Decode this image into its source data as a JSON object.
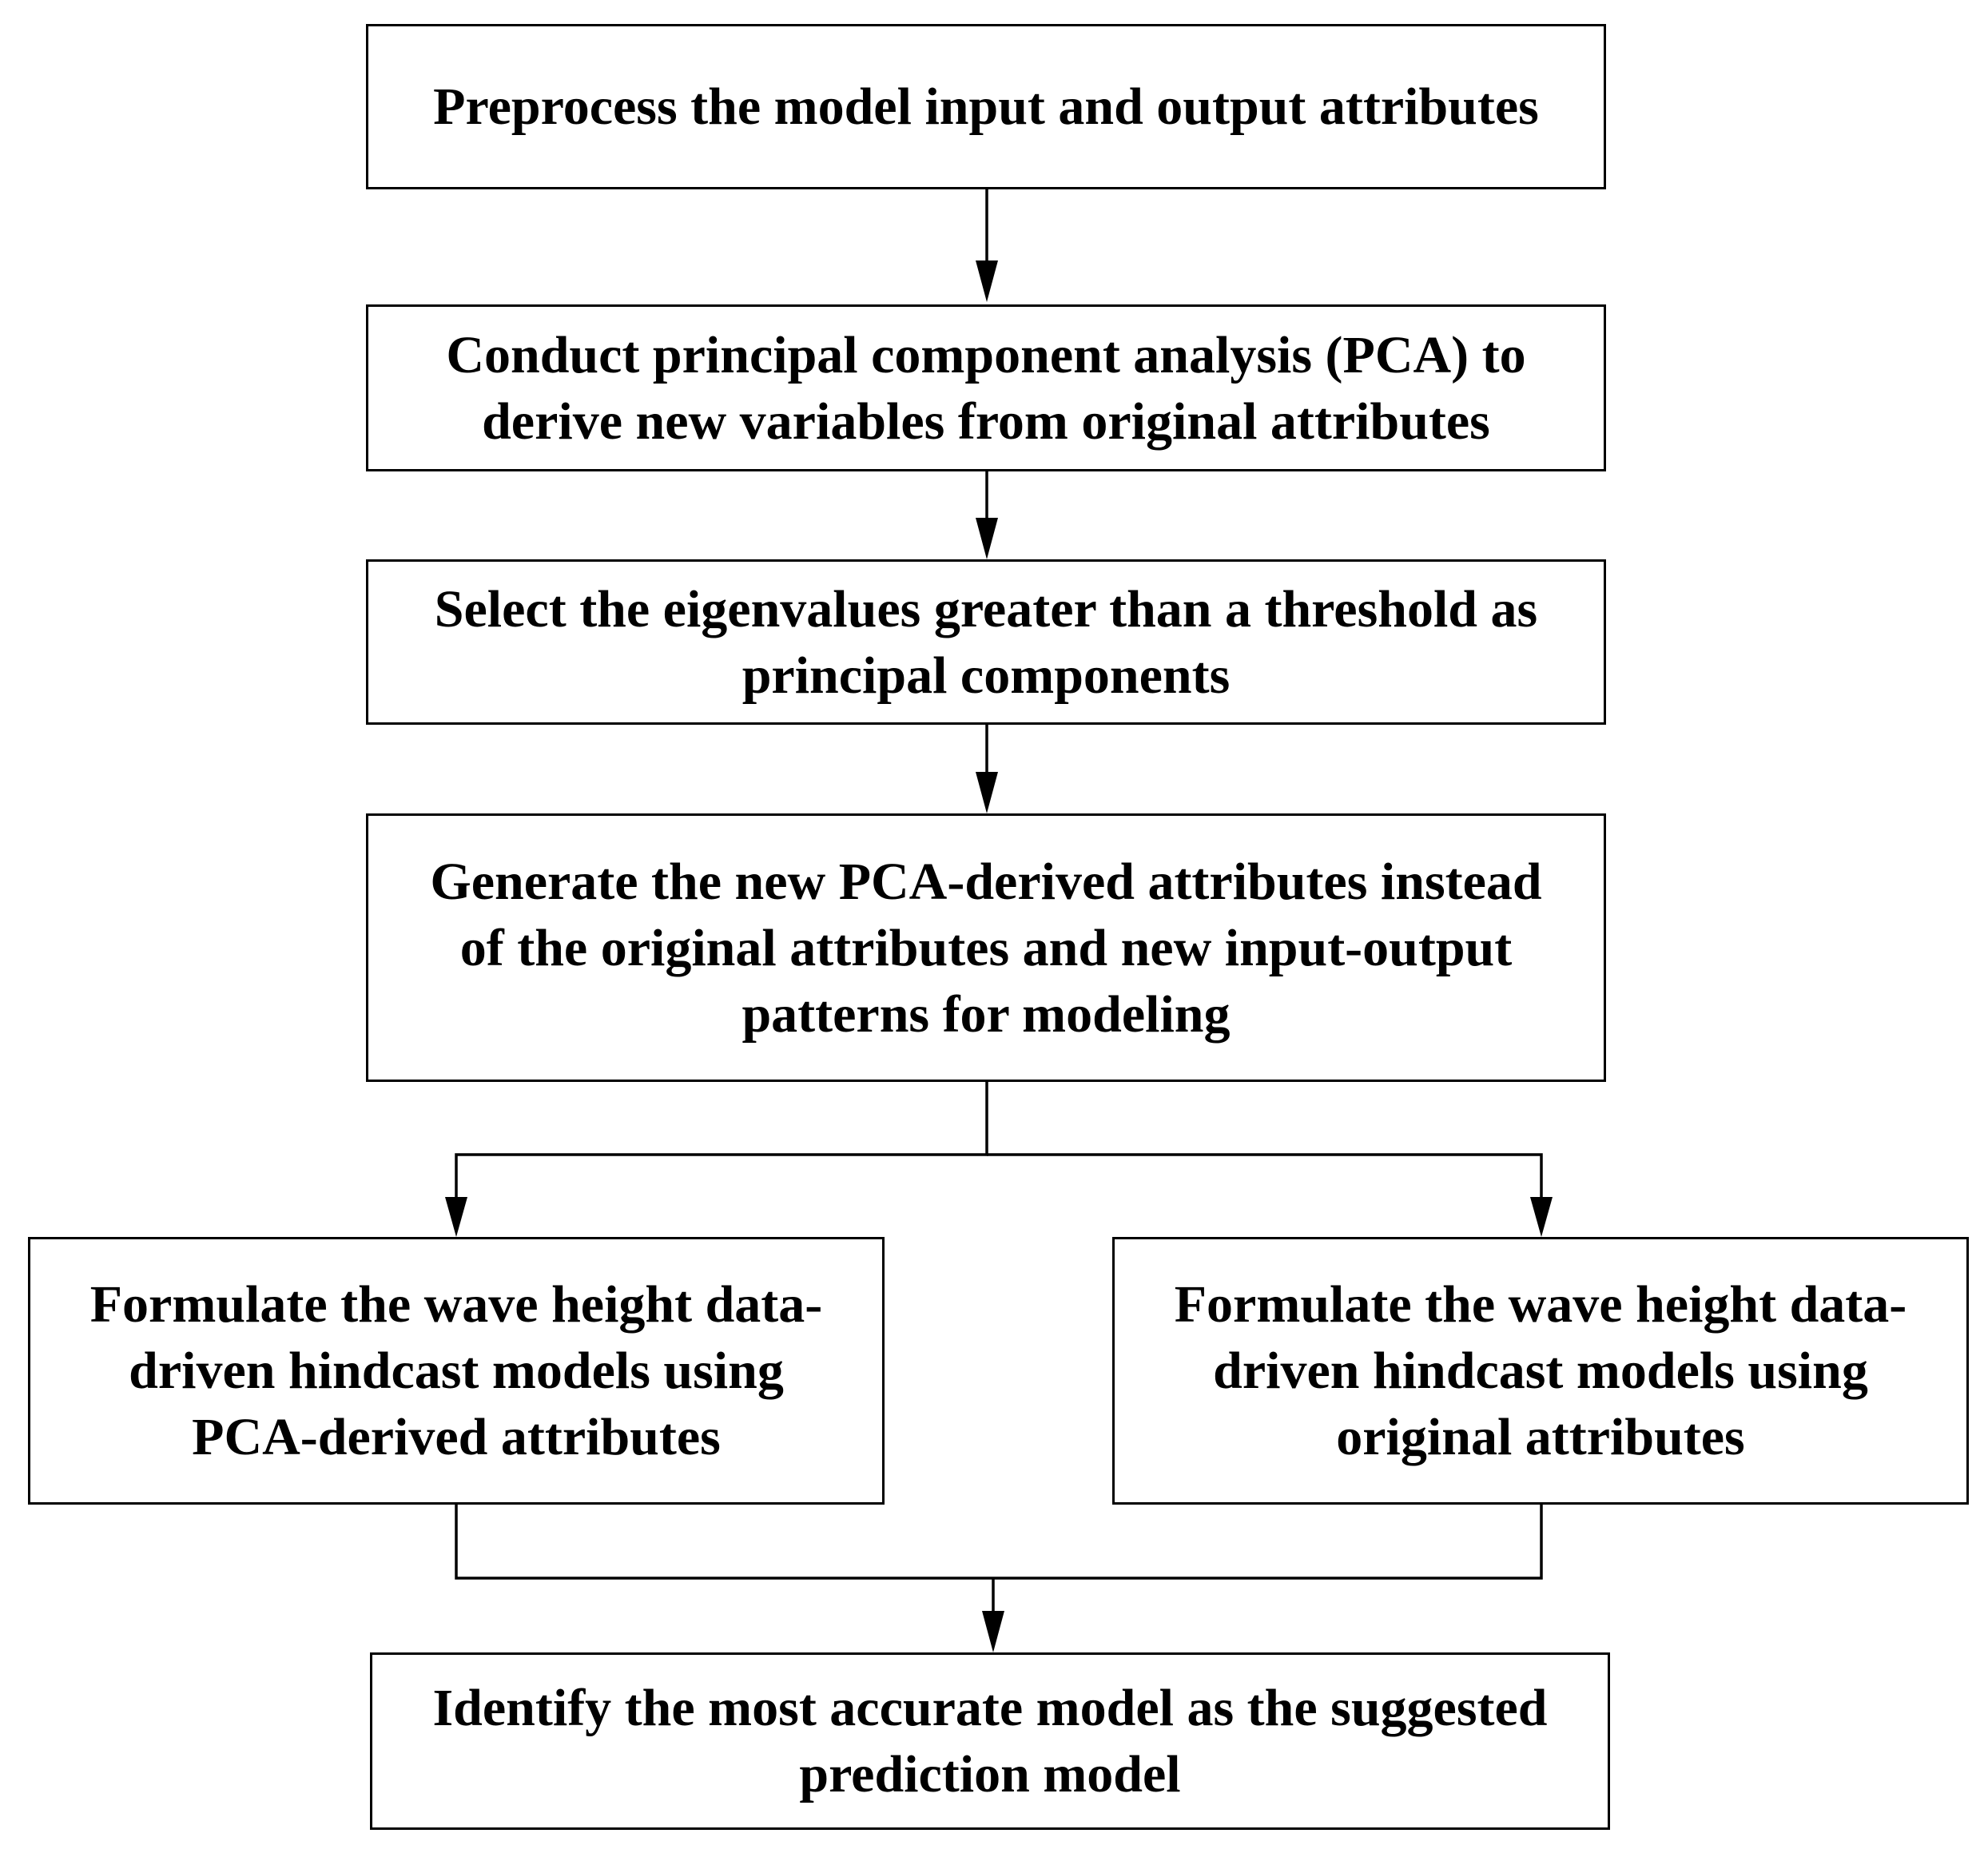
{
  "flowchart": {
    "steps": {
      "preprocess": [
        "Preprocess the model input and output attributes"
      ],
      "pca": [
        "Conduct principal component analysis (PCA) to",
        "derive new variables from original attributes"
      ],
      "select": [
        "Select the eigenvalues greater than a threshold as",
        "principal components"
      ],
      "generate": [
        "Generate the new PCA-derived attributes instead",
        "of the original attributes and new input-output",
        "patterns for modeling"
      ],
      "formulate_pca": [
        "Formulate the wave height data-",
        "driven hindcast models using",
        "PCA-derived attributes"
      ],
      "formulate_original": [
        "Formulate the wave height data-",
        "driven hindcast models using",
        "original attributes"
      ],
      "identify": [
        "Identify the most accurate model as the suggested",
        "prediction model"
      ]
    }
  }
}
